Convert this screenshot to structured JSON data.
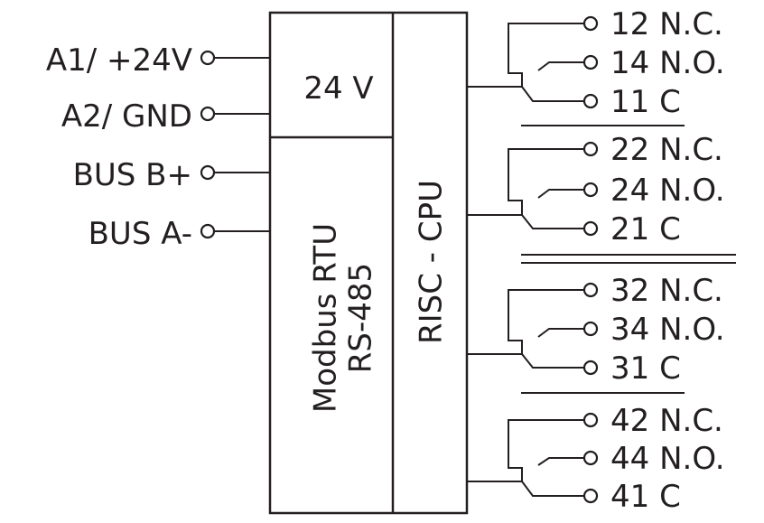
{
  "inputs": [
    {
      "label": "A1/ +24V"
    },
    {
      "label": "A2/ GND"
    },
    {
      "label": "BUS B+"
    },
    {
      "label": "BUS A-"
    }
  ],
  "blocks": {
    "power": "24 V",
    "comm_line1": "Modbus RTU",
    "comm_line2": "RS-485",
    "cpu": "RISC - CPU"
  },
  "relays": [
    {
      "nc": "12 N.C.",
      "no": "14 N.O.",
      "c": "11 C"
    },
    {
      "nc": "22 N.C.",
      "no": "24 N.O.",
      "c": "21 C"
    },
    {
      "nc": "32 N.C.",
      "no": "34 N.O.",
      "c": "31 C"
    },
    {
      "nc": "42 N.C.",
      "no": "44 N.O.",
      "c": "41 C"
    }
  ]
}
